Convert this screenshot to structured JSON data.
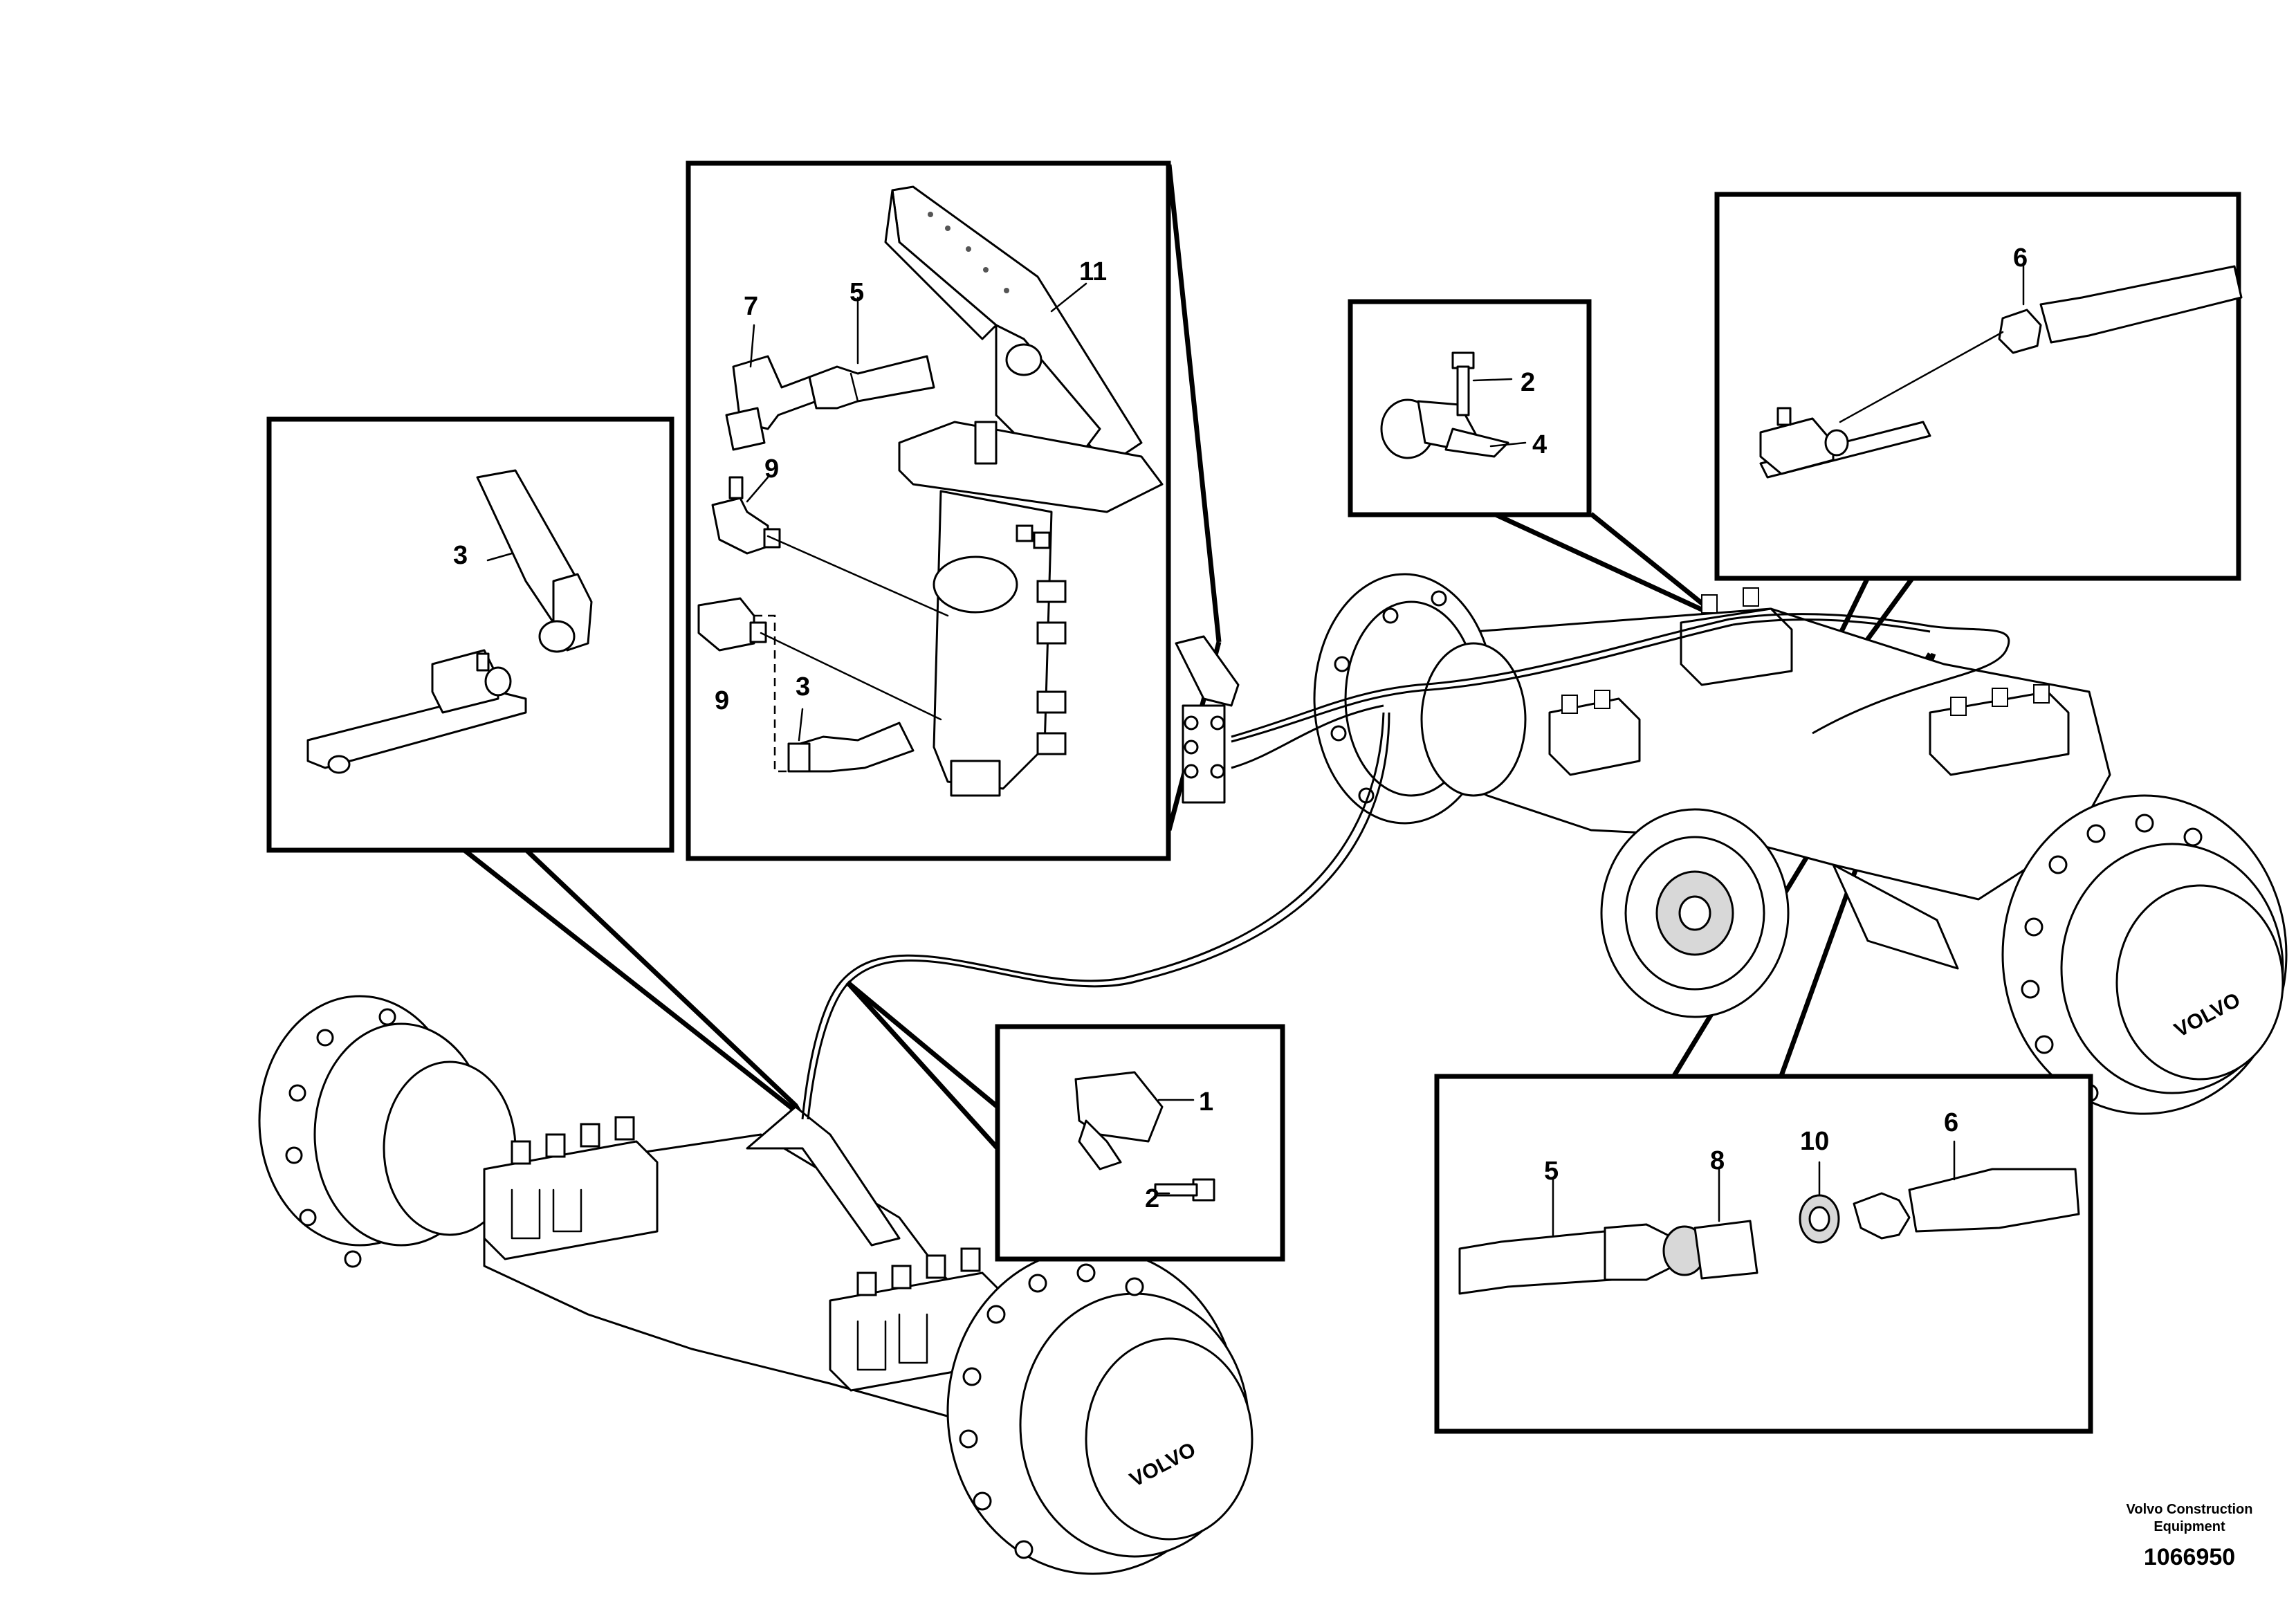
{
  "callouts": {
    "pedal_box": [
      "11",
      "7",
      "5",
      "9",
      "9",
      "3"
    ],
    "left_box": [
      "3"
    ],
    "small_top_box": [
      "2",
      "4"
    ],
    "right_top_box": [
      "6"
    ],
    "bracket_box": [
      "1",
      "2"
    ],
    "coupling_box": [
      "5",
      "8",
      "10",
      "6"
    ]
  },
  "axle_brand": "VOLVO",
  "footer": {
    "company_line1": "Volvo Construction",
    "company_line2": "Equipment",
    "drawing_number": "1066950"
  }
}
